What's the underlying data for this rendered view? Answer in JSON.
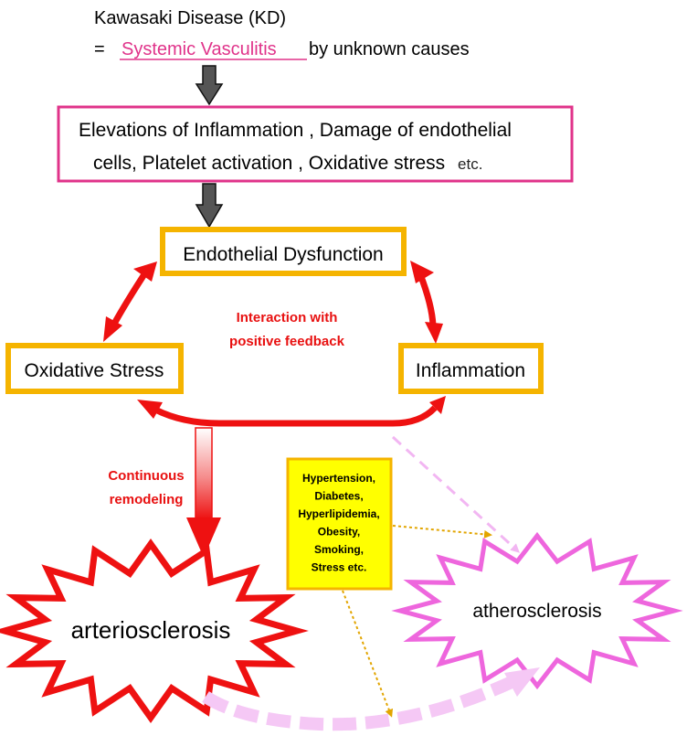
{
  "header": {
    "line1": "Kawasaki Disease (KD)",
    "eq": "=",
    "highlight": "Systemic Vasculitis",
    "rest": "by unknown causes"
  },
  "top_box": {
    "line1": "Elevations of Inflammation , Damage of endothelial",
    "line2a": "cells, Platelet activation , Oxidative stress",
    "line2b": "etc."
  },
  "nodes": {
    "endothelial": "Endothelial Dysfunction",
    "oxidative": "Oxidative Stress",
    "inflammation": "Inflammation"
  },
  "feedback_label": {
    "line1": "Interaction with",
    "line2": "positive feedback"
  },
  "remodel_label": {
    "line1": "Continuous",
    "line2": "remodeling"
  },
  "risk_factors": [
    "Hypertension,",
    "Diabetes,",
    "Hyperlipidemia,",
    "Obesity,",
    "Smoking,",
    "Stress etc."
  ],
  "outcomes": {
    "arteriosclerosis": "arteriosclerosis",
    "atherosclerosis": "atherosclerosis"
  },
  "colors": {
    "magenta": "#e0338a",
    "gold": "#f5b400",
    "red": "#ee1111",
    "pink": "#ee66dd",
    "risk_fill": "#ffff00"
  }
}
